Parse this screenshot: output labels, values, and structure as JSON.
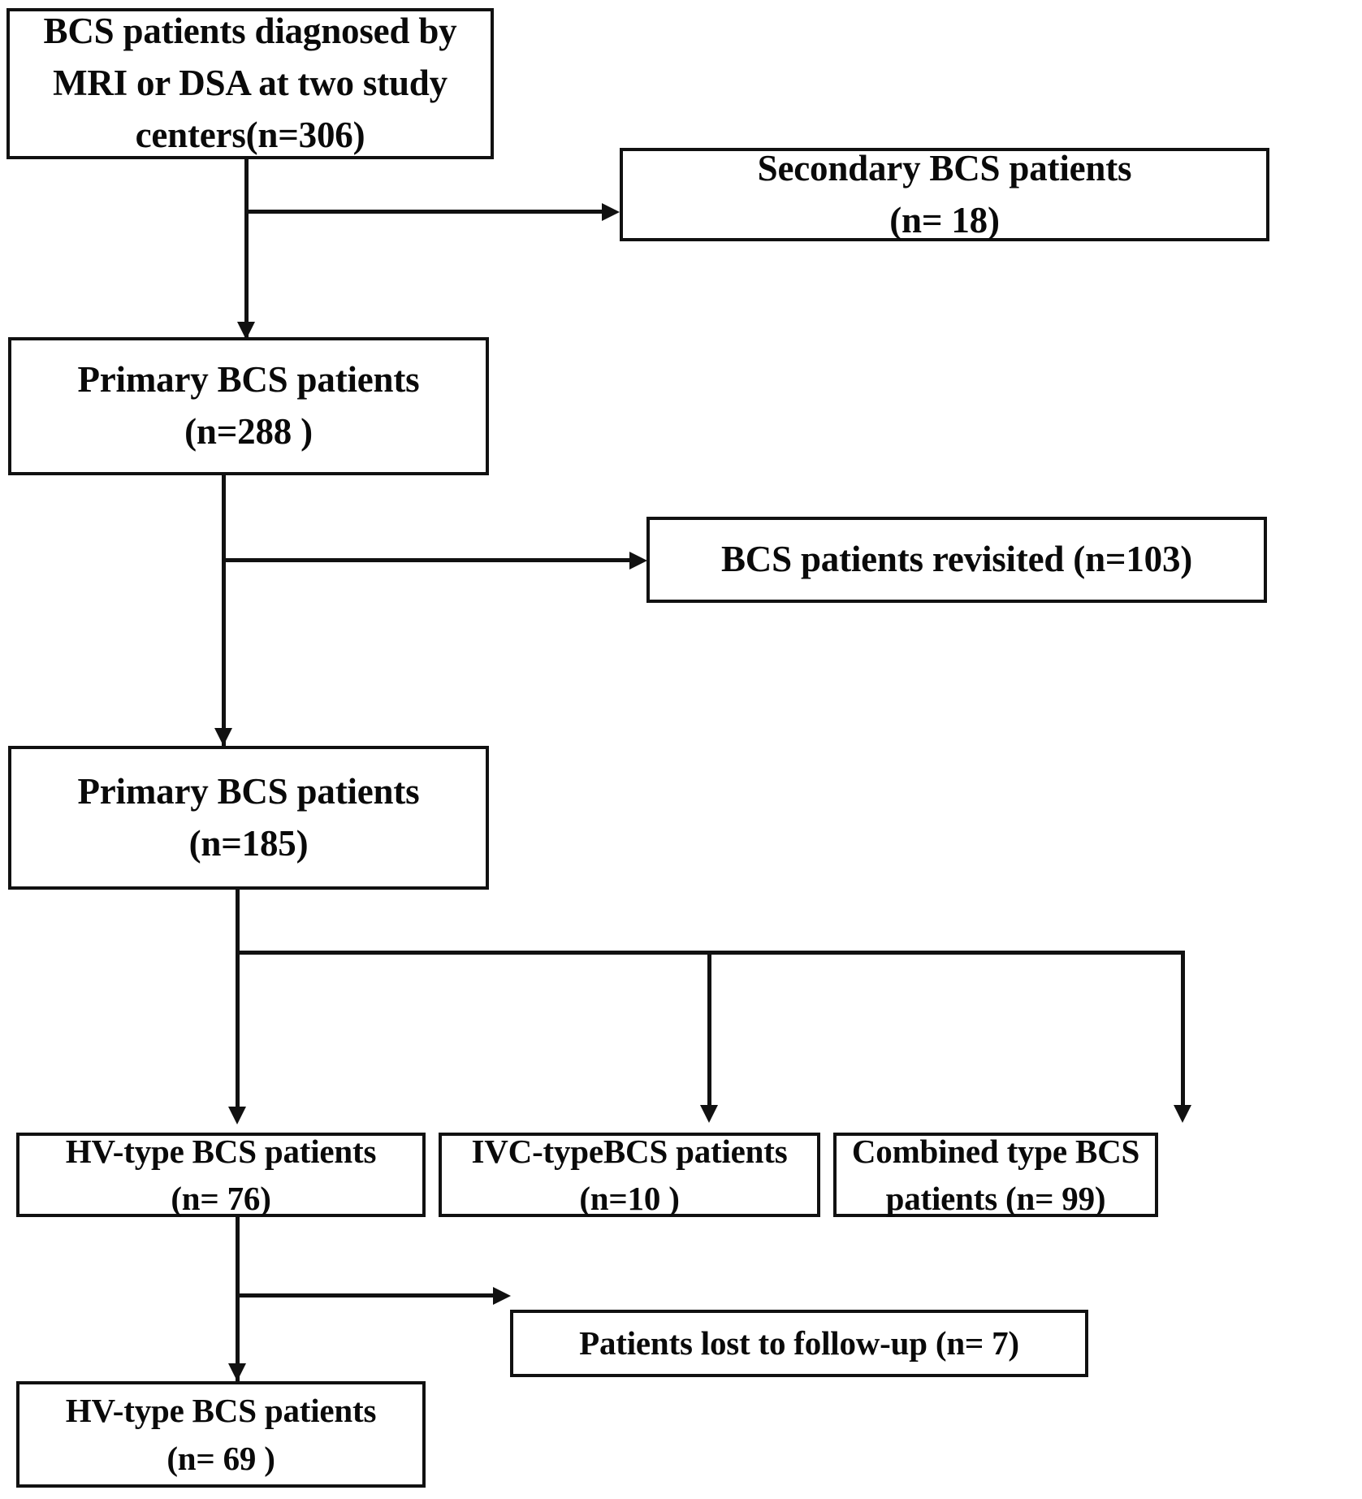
{
  "diagram": {
    "type": "flowchart",
    "title": "BCS patient selection flow diagram",
    "nodes": [
      {
        "id": "source",
        "line1": "BCS patients diagnosed by",
        "line2": "MRI or DSA at two study",
        "line3": "centers(n=306)",
        "count": 306
      },
      {
        "id": "secondary",
        "line1": "Secondary BCS patients",
        "line2": "(n= 18)",
        "count": 18
      },
      {
        "id": "primary288",
        "line1": "Primary BCS patients",
        "line2": "(n=288 )",
        "count": 288
      },
      {
        "id": "revisited",
        "line1": "BCS patients revisited (n=103)",
        "count": 103
      },
      {
        "id": "primary185",
        "line1": "Primary BCS patients",
        "line2": "(n=185)",
        "count": 185
      },
      {
        "id": "hv76",
        "line1": "HV-type BCS patients",
        "line2": "(n= 76)",
        "count": 76
      },
      {
        "id": "ivc10",
        "line1": "IVC-typeBCS patients",
        "line2": "(n=10 )",
        "count": 10
      },
      {
        "id": "combined99",
        "line1": "Combined type BCS",
        "line2": "patients (n= 99)",
        "count": 99
      },
      {
        "id": "lost7",
        "line1": "Patients lost to follow-up (n= 7)",
        "count": 7
      },
      {
        "id": "hv69",
        "line1": "HV-type BCS patients",
        "line2": "(n= 69 )",
        "count": 69
      }
    ],
    "edges": [
      {
        "from": "source",
        "to": "secondary",
        "kind": "branch-right"
      },
      {
        "from": "source",
        "to": "primary288",
        "kind": "down"
      },
      {
        "from": "primary288",
        "to": "revisited",
        "kind": "branch-right"
      },
      {
        "from": "primary288",
        "to": "primary185",
        "kind": "down"
      },
      {
        "from": "primary185",
        "to": "hv76",
        "kind": "split-down"
      },
      {
        "from": "primary185",
        "to": "ivc10",
        "kind": "split-down"
      },
      {
        "from": "primary185",
        "to": "combined99",
        "kind": "split-down"
      },
      {
        "from": "hv76",
        "to": "lost7",
        "kind": "branch-right"
      },
      {
        "from": "hv76",
        "to": "hv69",
        "kind": "down"
      }
    ],
    "colors": {
      "stroke": "#111111",
      "background": "#ffffff",
      "text": "#0a0a0a"
    }
  }
}
